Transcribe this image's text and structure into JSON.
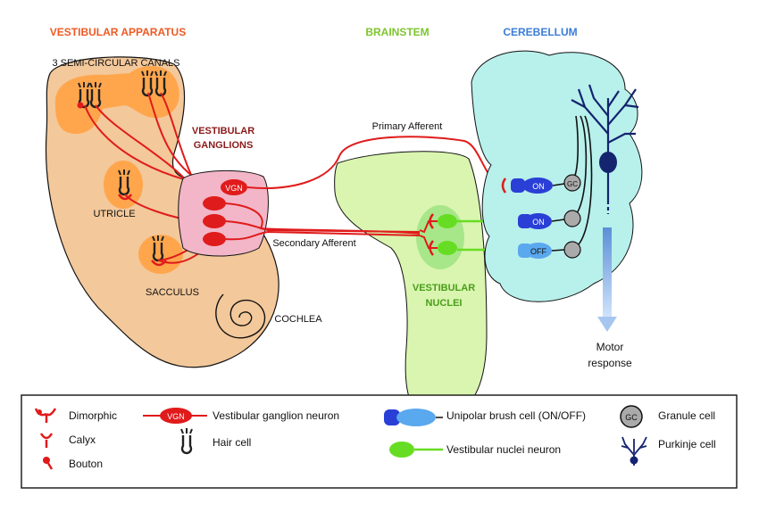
{
  "headers": {
    "vestibular_apparatus": "VESTIBULAR APPARATUS",
    "brainstem": "BRAINSTEM",
    "cerebellum": "CEREBELLUM"
  },
  "labels": {
    "semicircular_canals": "3 SEMI-CIRCULAR CANALS",
    "vestibular_ganglions_line1": "VESTIBULAR",
    "vestibular_ganglions_line2": "GANGLIONS",
    "utricle": "UTRICLE",
    "sacculus": "SACCULUS",
    "cochlea": "COCHLEA",
    "vgn": "VGN",
    "primary_afferent": "Primary Afferent",
    "secondary_afferent": "Secondary Afferent",
    "vestibular_nuclei_line1": "VESTIBULAR",
    "vestibular_nuclei_line2": "NUCLEI",
    "on_1": "ON",
    "on_2": "ON",
    "off": "OFF",
    "gc": "GC",
    "motor_response_line1": "Motor",
    "motor_response_line2": "response"
  },
  "legend": {
    "dimorphic": "Dimorphic",
    "calyx": "Calyx",
    "bouton": "Bouton",
    "vgn_symbol": "VGN",
    "vestibular_ganglion_neuron": "Vestibular ganglion neuron",
    "hair_cell": "Hair cell",
    "unipolar_brush_cell": "Unipolar brush cell (ON/OFF)",
    "vestibular_nuclei_neuron": "Vestibular nuclei neuron",
    "gc_symbol": "GC",
    "granule_cell": "Granule cell",
    "purkinje_cell": "Purkinje cell"
  },
  "colors": {
    "header_apparatus": "#ee5a24",
    "header_brainstem": "#7dc52e",
    "header_cerebellum": "#3b7dd8",
    "ganglions_label": "#8b1a1a",
    "nuclei_label": "#4a9e1a",
    "red_fiber": "#e01b1b",
    "green_fiber": "#66dd22",
    "purkinje": "#14246e",
    "ear_fill": "#f3c89a",
    "organ_fill": "#ffa64d",
    "ganglion_fill": "#f2b6c8",
    "brainstem_fill": "#d9f5b0",
    "cerebellum_fill": "#b8f0ec"
  }
}
